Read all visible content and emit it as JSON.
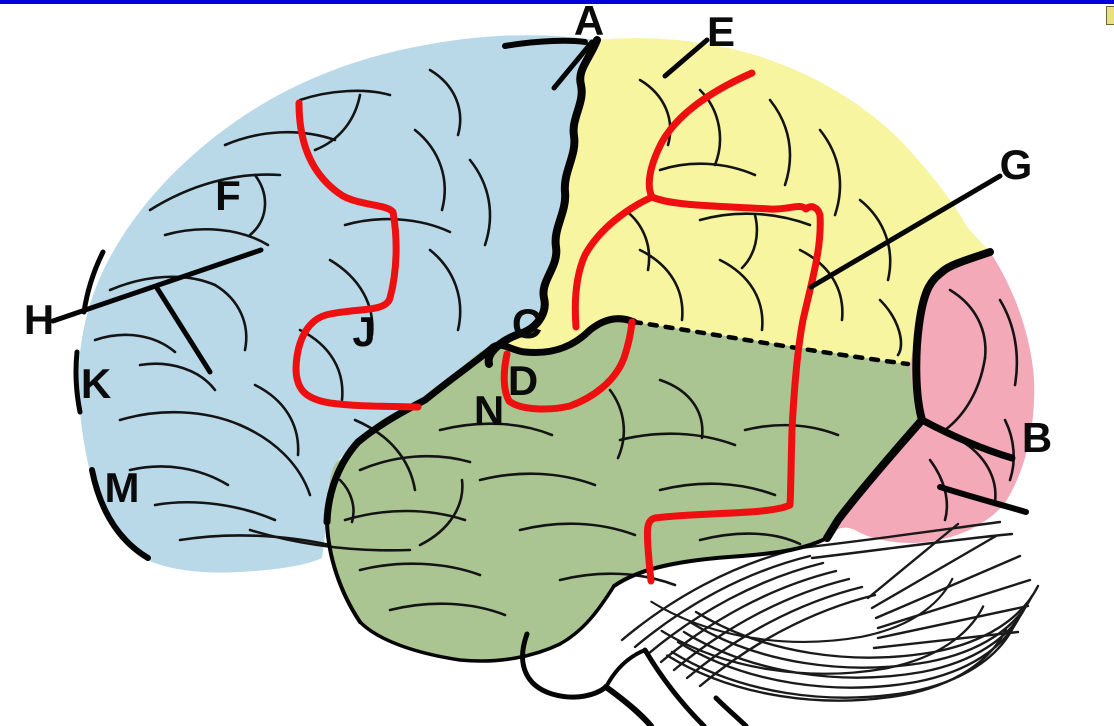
{
  "window": {
    "top_border_color": "#0101dd",
    "corner_icon": "partial-document-icon"
  },
  "diagram": {
    "type": "labeled-brain-lateral-view",
    "regions": [
      {
        "name": "frontal-lobe",
        "color_key": "frontal"
      },
      {
        "name": "parietal-lobe",
        "color_key": "parietal"
      },
      {
        "name": "temporal-lobe",
        "color_key": "temporal"
      },
      {
        "name": "occipital-lobe",
        "color_key": "occipital"
      },
      {
        "name": "cerebellum",
        "color_key": "white"
      },
      {
        "name": "brainstem",
        "color_key": "white"
      }
    ]
  },
  "colors": {
    "frontal": "#b9d9e9",
    "parietal": "#f8f5a1",
    "temporal": "#abc592",
    "occipital": "#f4a9b8",
    "red": "#ee1010",
    "black": "#050505"
  },
  "labels": {
    "A": "A",
    "B": "B",
    "C": "C",
    "D": "D",
    "E": "E",
    "F": "F",
    "G": "G",
    "H": "H",
    "J": "J",
    "K": "K",
    "M": "M",
    "N": "N"
  }
}
